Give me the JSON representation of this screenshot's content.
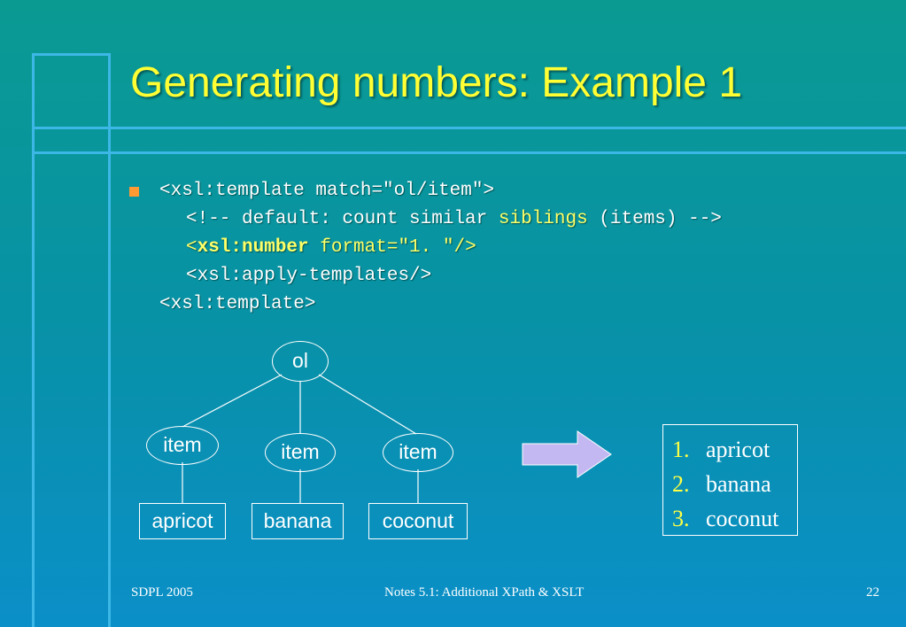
{
  "title": "Generating numbers: Example 1",
  "code": {
    "line1": "<xsl:template match=\"ol/item\">",
    "line2_pre": "<!-- default: count similar ",
    "line2_hl": "siblings",
    "line2_post": " (items) -->",
    "line3_open": "<",
    "line3_kw": "xsl:number",
    "line3_rest": " format=\"1. \"/>",
    "line4": "<xsl:apply-templates/>",
    "line5": "<xsl:template>"
  },
  "tree": {
    "root": "ol",
    "items": [
      "item",
      "item",
      "item"
    ],
    "leaves": [
      "apricot",
      "banana",
      "coconut"
    ]
  },
  "result": [
    {
      "num": "1.",
      "text": "apricot"
    },
    {
      "num": "2.",
      "text": "banana"
    },
    {
      "num": "3.",
      "text": "coconut"
    }
  ],
  "footer": {
    "left": "SDPL 2005",
    "center": "Notes 5.1: Additional XPath & XSLT",
    "page": "22"
  },
  "colors": {
    "title": "#ffff33",
    "highlight": "#ffff66",
    "frame": "#3cb7e6",
    "arrow": "#c4b8f2",
    "bullet": "#ff9a33"
  }
}
